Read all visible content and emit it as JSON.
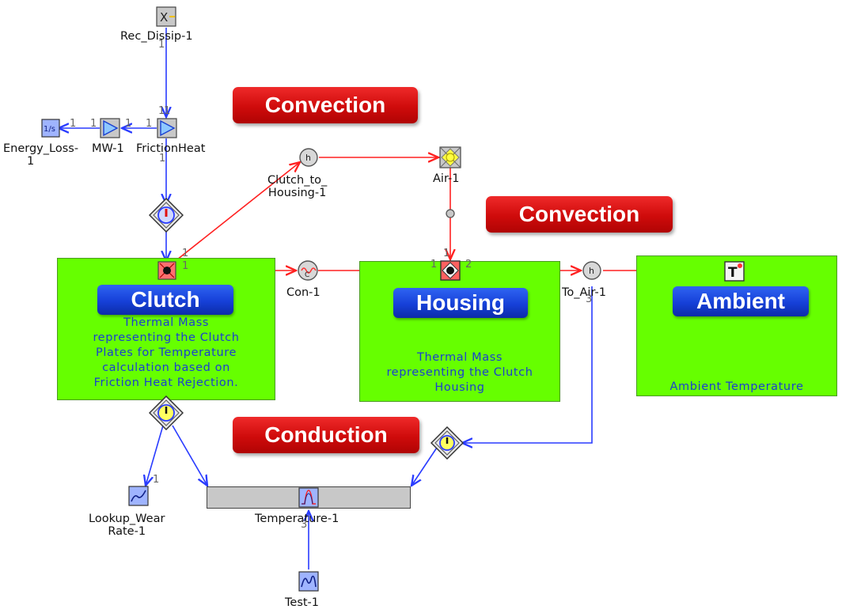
{
  "labels": {
    "convection_top": "Convection",
    "convection_right": "Convection",
    "conduction": "Conduction"
  },
  "panels": {
    "clutch": {
      "title": "Clutch",
      "text": [
        "Thermal Mass",
        "representing the Clutch",
        "Plates for Temperature",
        "calculation based on",
        "Friction Heat Rejection."
      ]
    },
    "housing": {
      "title": "Housing",
      "text": [
        "Thermal Mass",
        "representing the Clutch",
        "Housing"
      ]
    },
    "ambient": {
      "title": "Ambient",
      "text": [
        "Ambient Temperature"
      ]
    }
  },
  "components": {
    "rec_dissip": "Rec_Dissip-1",
    "energy_loss": [
      "Energy_Loss-",
      "1"
    ],
    "mw": "MW-1",
    "friction_heat": "FrictionHeat",
    "clutch_to_housing": [
      "Clutch_to_",
      "Housing-1"
    ],
    "air": "Air-1",
    "con": "Con-1",
    "to_air": "To_Air-1",
    "lookup_wear": [
      "Lookup_Wear",
      "Rate-1"
    ],
    "temperature": "Temperature-1",
    "test": "Test-1"
  },
  "icon_glyphs": {
    "switch": "X",
    "integrator": "1/s",
    "convection": "h",
    "conduction": "C",
    "temperature": "T"
  },
  "ports": {
    "one": "1",
    "two": "2",
    "three": "3"
  },
  "colors": {
    "thermal_wire": "#ff2020",
    "signal_wire": "#2a3cff",
    "panel_fill": "#66ff00",
    "panel_text": "#1a3fd0"
  }
}
